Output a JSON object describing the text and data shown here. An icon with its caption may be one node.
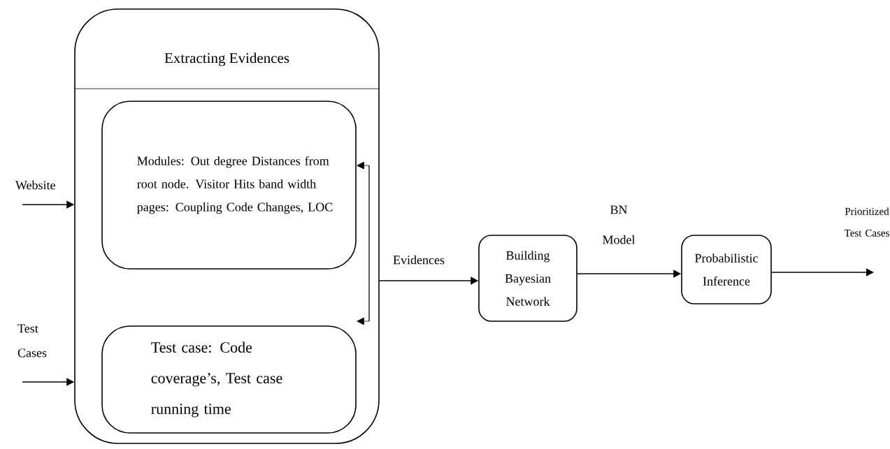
{
  "diagram": {
    "nodes": [
      {
        "text": [
          "Extracting Evidences"
        ]
      },
      {
        "text": [
          "Modules: Out degree Distances from root node. Visitor Hits band width pages: Coupling Code Changes, LOC"
        ],
        "in": 0
      },
      {
        "text": [
          "Test case: Code coverage’s, Test case running time"
        ],
        "in": 0
      },
      {
        "text": [
          "Building Bayesian Network"
        ]
      },
      {
        "text": [
          "Probabilistic Inference"
        ]
      },
      {
        "text": [
          "Website"
        ]
      },
      {
        "text": [
          "Test Cases"
        ]
      }
    ],
    "edges": [
      {
        "from": 5,
        "to": 0,
        "arrow": "to"
      },
      {
        "from": 6,
        "to": 0,
        "arrow": "to"
      },
      {
        "from": null,
        "to": 1,
        "arrow": "to"
      },
      {
        "from": null,
        "to": 2,
        "arrow": "to"
      },
      {
        "from": 0,
        "to": 3,
        "arrow": "to",
        "label": "Evidences"
      },
      {
        "from": 3,
        "to": 4,
        "arrow": "to",
        "label": "BN Model"
      },
      {
        "from": 4,
        "to": null,
        "arrow": "to",
        "label": "Prioritized Test Cases"
      }
    ]
  }
}
